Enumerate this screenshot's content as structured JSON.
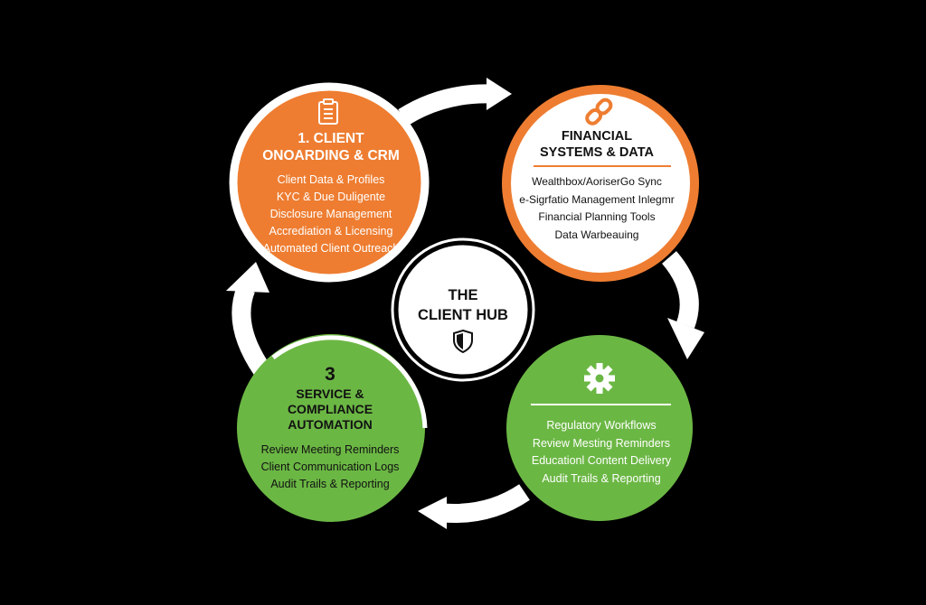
{
  "colors": {
    "background": "#000000",
    "orange": "#ee7d31",
    "green": "#6bb744",
    "white": "#ffffff",
    "ink": "#111111"
  },
  "nodes": [
    {
      "id": "onboarding",
      "title": [
        "1. CLIENT",
        "ONOARDING & CRM"
      ],
      "items": [
        "Client Data & Profiles",
        "KYC & Due Duligente",
        "Disclosure Management",
        "Accrediation & Licensing",
        "Automated Client Outreach"
      ],
      "icon": "clipboard-icon"
    },
    {
      "id": "financial",
      "title": [
        "FINANCIAL",
        "SYSTEMS & DATA"
      ],
      "items": [
        "Wealthbox/AoriserGo Sync",
        "e-Sigrfatio Management Inlegmr",
        "Financial Planning Tools",
        "Data Warbeauing"
      ],
      "icon": "chain-link-icon"
    },
    {
      "id": "service",
      "number": "3",
      "title": [
        "SERVICE &",
        "COMPLIANCE",
        "AUTOMATION"
      ],
      "items": [
        "Review Meeting Reminders",
        "Client Communication Logs",
        "Audit Trails & Reporting"
      ]
    },
    {
      "id": "regulatory",
      "items": [
        "Regulatory Workflows",
        "Review Mesting Reminders",
        "Educationl Content Delivery",
        "Audit Trails & Reporting"
      ],
      "icon": "gear-icon"
    }
  ],
  "hub": {
    "title": [
      "THE",
      "CLIENT HUB"
    ],
    "icon": "shield-icon"
  }
}
